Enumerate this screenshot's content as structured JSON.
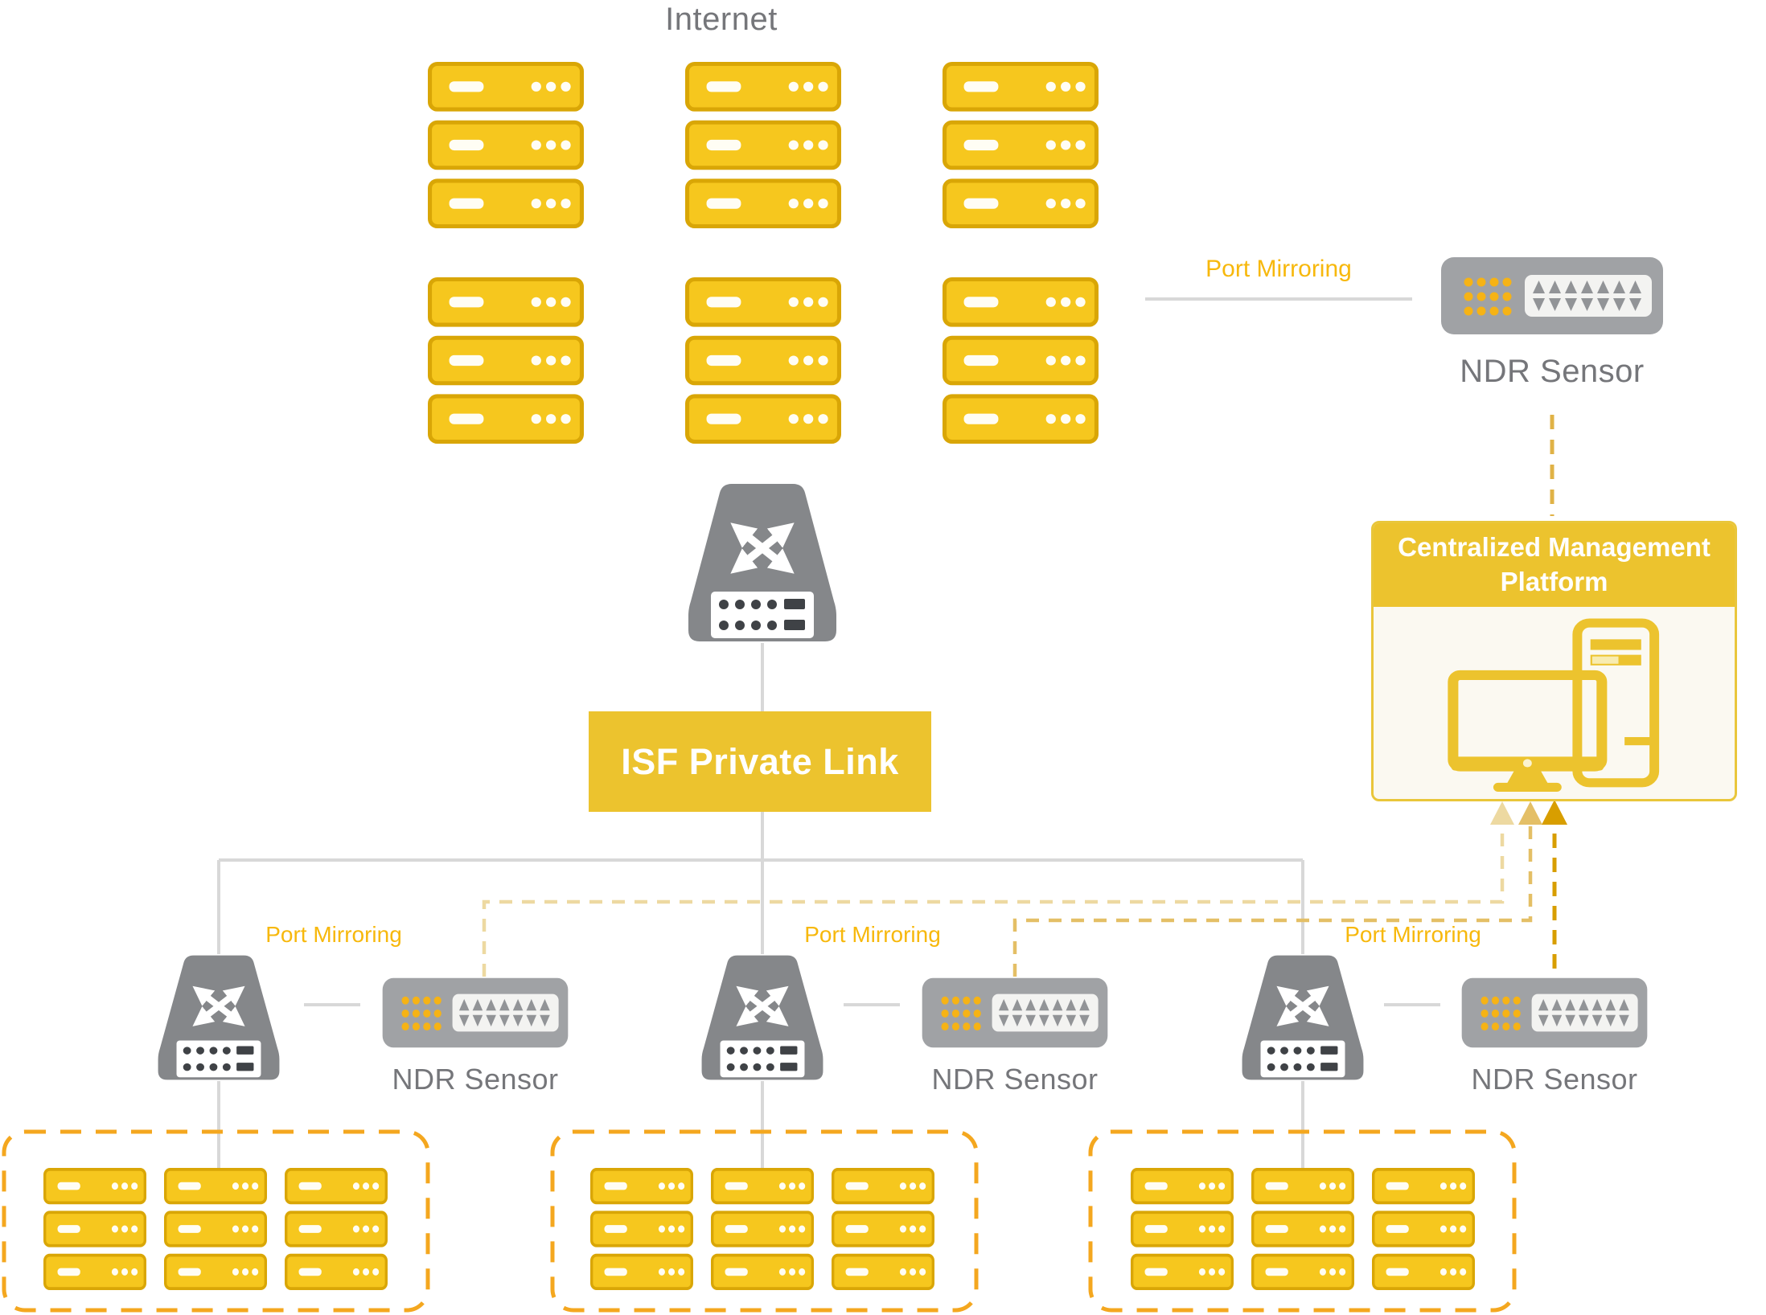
{
  "title": "Internet",
  "labels": {
    "port_mirroring": "Port Mirroring",
    "ndr_sensor": "NDR Sensor",
    "isf_private_link": "ISF Private Link",
    "cmp": "Centralized Management Platform"
  },
  "icons": {
    "server_stack": "server-stack-icon",
    "network_switch": "network-switch-icon",
    "ndr_sensor_appliance": "ndr-sensor-appliance-icon",
    "management_computer": "computer-workstation-icon"
  },
  "colors": {
    "box_yellow": "#ECC32E",
    "server_fill": "#F6C71E",
    "server_border": "#D9A606",
    "switch_gray": "#85878A",
    "sensor_gray": "#A0A2A5",
    "dot_yellow": "#F6B315",
    "tri_gray": "#929497",
    "panel_dark": "#3F4246",
    "label_gray": "#75767A",
    "pm_yellow": "#F7B80C",
    "line_gray": "#D8D8D8",
    "group_border": "#F4A71F",
    "dash_light": "#EDD9A1",
    "dash_mid": "#E4BF66",
    "dash_dark": "#D89E00",
    "dash_top": "#E0B246",
    "cmp_border": "#E9C63B",
    "cmp_body": "#FBF9F1"
  }
}
